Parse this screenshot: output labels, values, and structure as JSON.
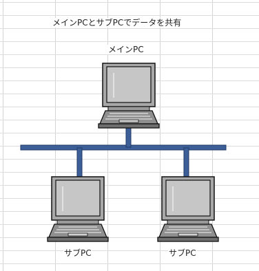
{
  "diagram": {
    "title": "メインPCとサブPCでデータを共有",
    "main_pc_label": "メインPC",
    "sub_pc_left_label": "サブPC",
    "sub_pc_right_label": "サブPC"
  },
  "colors": {
    "network_cable": "#3c5f98",
    "laptop_body": "#a8a8a8",
    "laptop_screen": "#c4c4c4",
    "outline": "#111111"
  },
  "icons": [
    "laptop-icon",
    "network-cable"
  ]
}
